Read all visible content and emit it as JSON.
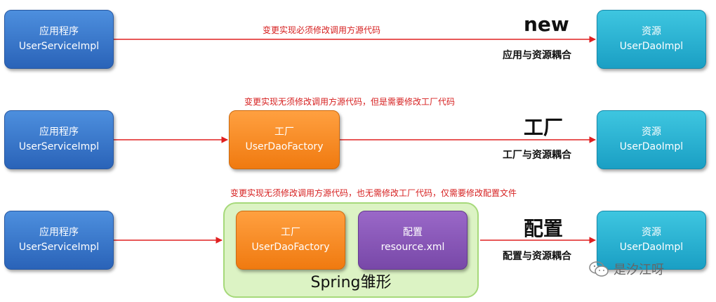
{
  "colors": {
    "arrow": "#e02020",
    "note_text": "#d62020",
    "app_box": "#3a7bd5",
    "resource_box": "#2bb5d6",
    "factory_box": "#f58a1f",
    "config_box": "#8a58bb",
    "spring_container": "#dcf3c4"
  },
  "row1": {
    "app": {
      "title": "应用程序",
      "name": "UserServiceImpl"
    },
    "note": "变更实现必须修改调用方源代码",
    "big": "new",
    "coupling": "应用与资源耦合",
    "resource": {
      "title": "资源",
      "name": "UserDaoImpl"
    }
  },
  "row2": {
    "app": {
      "title": "应用程序",
      "name": "UserServiceImpl"
    },
    "note": "变更实现无须修改调用方源代码，但是需要修改工厂代码",
    "factory": {
      "title": "工厂",
      "name": "UserDaoFactory"
    },
    "big": "工厂",
    "coupling": "工厂与资源耦合",
    "resource": {
      "title": "资源",
      "name": "UserDaoImpl"
    }
  },
  "row3": {
    "app": {
      "title": "应用程序",
      "name": "UserServiceImpl"
    },
    "note": "变更实现无须修改调用方源代码，也无需修改工厂代码，仅需要修改配置文件",
    "factory": {
      "title": "工厂",
      "name": "UserDaoFactory"
    },
    "config": {
      "title": "配置",
      "name": "resource.xml"
    },
    "container_label": "Spring雏形",
    "big": "配置",
    "coupling": "配置与资源耦合",
    "resource": {
      "title": "资源",
      "name": "UserDaoImpl"
    }
  },
  "watermark": {
    "text": "是汐江呀",
    "icon": "wechat-icon"
  }
}
